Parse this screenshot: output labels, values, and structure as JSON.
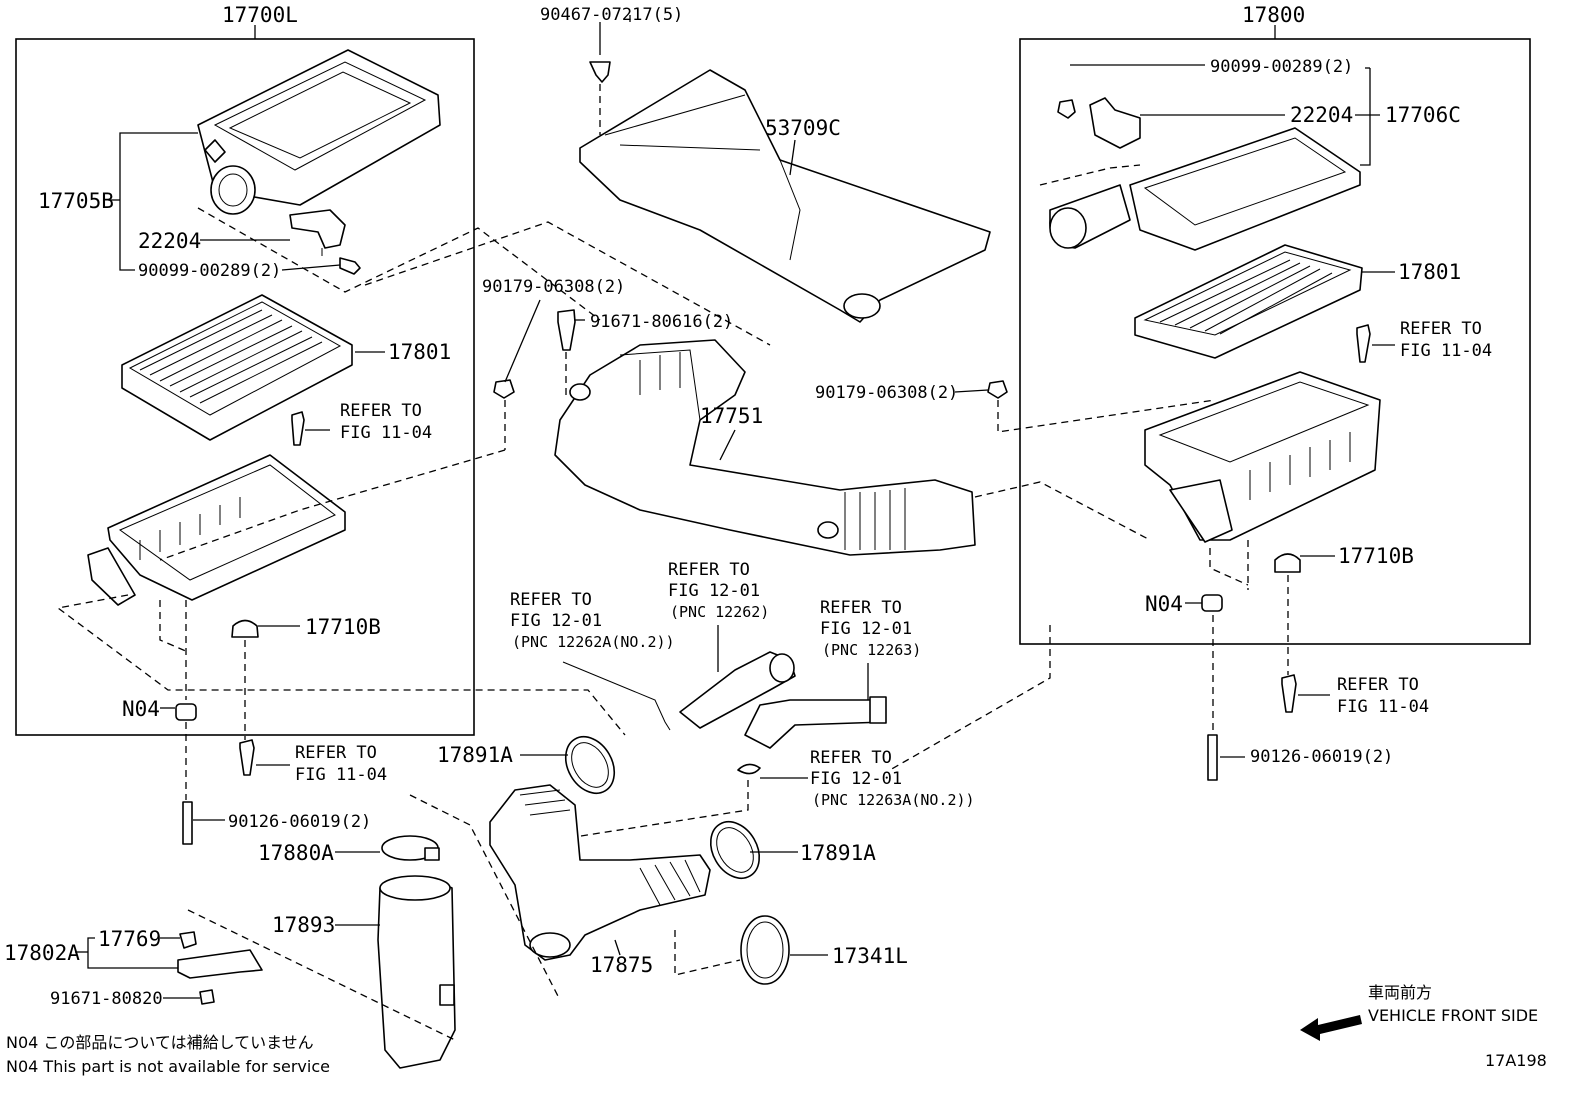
{
  "diagram_id": "17A198",
  "notes": {
    "jp": "N04  この部品については補給していません",
    "en": "N04  This part is not available for service"
  },
  "front": {
    "jp": "車両前方",
    "en": "VEHICLE FRONT SIDE"
  },
  "labels": {
    "assy_left": "17700L",
    "assy_right": "17800",
    "clip": "90467-07217(5)",
    "cover": "53709C",
    "bolt_l": "90099-00289(2)",
    "bolt_r": "90099-00289(2)",
    "sensor_l": "22204",
    "sensor_r": "22204",
    "cap_l": "17705B",
    "cap_r": "17706C",
    "filter_l": "17801",
    "filter_r": "17801",
    "nut_top": "90179-06308(2)",
    "nut_mid": "90179-06308(2)",
    "bolt_mid": "91671-80616(2)",
    "duct": "17751",
    "grommet_l": "17710B",
    "grommet_r": "17710B",
    "n04_l": "N04",
    "n04_r": "N04",
    "stud_l": "90126-06019(2)",
    "stud_r": "90126-06019(2)",
    "clamp_a1": "17891A",
    "clamp_a2": "17891A",
    "clamp_880": "17880A",
    "resonator": "17893",
    "hose": "17875",
    "clamp_341": "17341L",
    "bracket": "17802A",
    "nut_769": "17769",
    "bolt_820": "91671-80820"
  },
  "refs": {
    "r1": [
      "REFER TO",
      "FIG 11-04"
    ],
    "r2": [
      "REFER TO",
      "FIG 11-04"
    ],
    "r3": [
      "REFER TO",
      "FIG 11-04"
    ],
    "r4": [
      "REFER TO",
      "FIG 11-04"
    ],
    "r5": [
      "REFER TO",
      "FIG 12-01",
      "(PNC 12262A(NO.2))"
    ],
    "r6": [
      "REFER TO",
      "FIG 12-01",
      "(PNC 12262)"
    ],
    "r7": [
      "REFER TO",
      "FIG 12-01",
      "(PNC 12263)"
    ],
    "r8": [
      "REFER TO",
      "FIG 12-01",
      "(PNC 12263A(NO.2))"
    ]
  }
}
